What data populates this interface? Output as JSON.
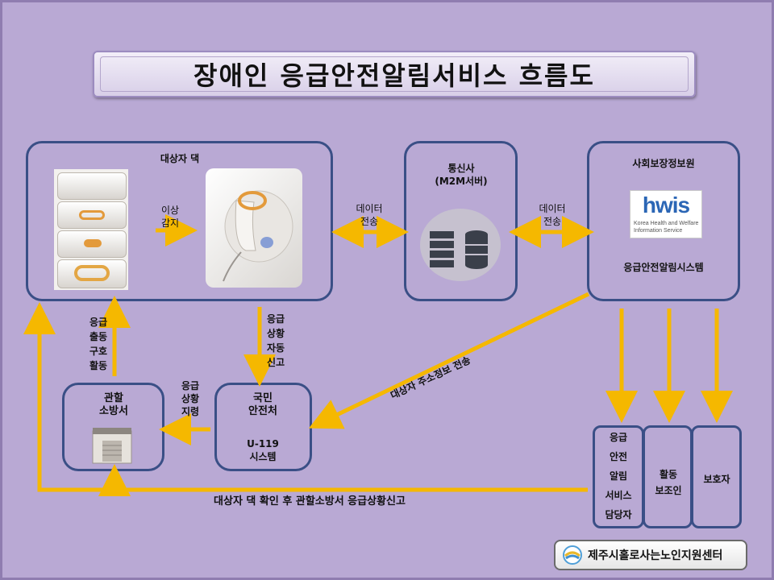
{
  "title": "장애인 응급안전알림서비스 흐름도",
  "nodes": {
    "home": {
      "label": "대상자 댁"
    },
    "telecom": {
      "label": "통신사\n(M2M서버)"
    },
    "ssis": {
      "label": "사회보장정보원",
      "system_label": "응급안전알림시스템",
      "logo_word": "hwis",
      "logo_sub": "Korea Health and Welfare\nInformation Service"
    },
    "fire_station": {
      "label": "관할\n소방서"
    },
    "safety_agency": {
      "label": "국민\n안전처",
      "system_label": "U-119\n시스템"
    },
    "manager": {
      "label": "응급\n안전\n알림\n서비스\n담당자"
    },
    "helper": {
      "label": "활동\n보조인"
    },
    "guardian": {
      "label": "보호자"
    }
  },
  "edges": {
    "abnormal_detect": "이상\n감지",
    "data_1": "데이터\n전송",
    "data_2": "데이터\n전송",
    "auto_report": "응급\n상황\n자동\n신고",
    "dispatch_order": "응급\n상황\n지령",
    "rescue": "응급\n출동\n구호\n활동",
    "address_transfer": "대상자 주소정보 전송",
    "bottom_report": "대상자 댁 확인 후 관할소방서 응급상황신고"
  },
  "footer_badge": "제주시홀로사는노인지원센터",
  "icons": [
    "device-photo-stack",
    "emergency-call-device",
    "server-database-icon",
    "hwis-logo",
    "fire-station-icon",
    "center-logo-icon"
  ],
  "colors": {
    "background": "#b9a9d4",
    "panel_border": "#3a4f86",
    "arrow": "#f5b800",
    "logo_blue": "#2b66b5"
  }
}
